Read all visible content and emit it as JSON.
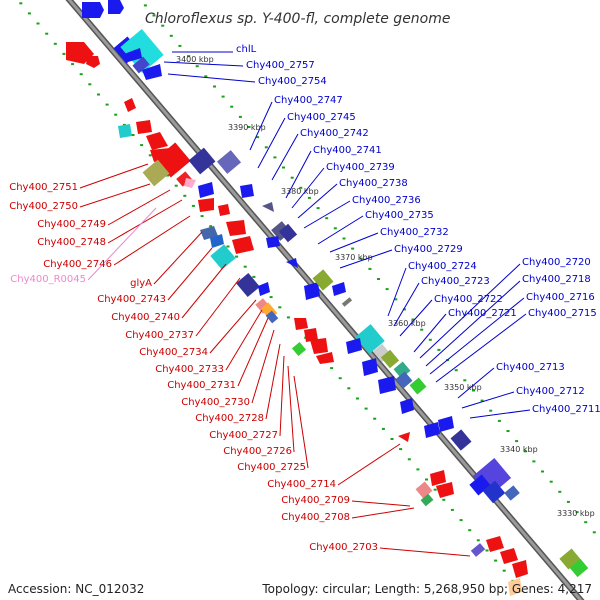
{
  "title": "Chloroflexus sp. Y-400-fl, complete genome",
  "footer": {
    "accession": "Accession: NC_012032",
    "topology": "Topology: circular; Length: 5,268,950 bp; Genes: 4,217"
  },
  "colors": {
    "backbone": "#888888",
    "tick": "#1aa11a",
    "forward": "#0000e0",
    "reverse": "#e00000",
    "label_blue": "#0000cc",
    "label_red": "#cc0000",
    "label_pink": "#ee88cc"
  },
  "kbp_labels": [
    "3400 kbp",
    "3390 kbp",
    "3380 kbp",
    "3370 kbp",
    "3360 kbp",
    "3350 kbp",
    "3340 kbp",
    "3330 kbp"
  ],
  "right_labels": [
    "chlL",
    "Chy400_2757",
    "Chy400_2754",
    "Chy400_2747",
    "Chy400_2745",
    "Chy400_2742",
    "Chy400_2741",
    "Chy400_2739",
    "Chy400_2738",
    "Chy400_2736",
    "Chy400_2735",
    "Chy400_2732",
    "Chy400_2729",
    "Chy400_2724",
    "Chy400_2723",
    "Chy400_2722",
    "Chy400_2721",
    "Chy400_2720",
    "Chy400_2718",
    "Chy400_2716",
    "Chy400_2715",
    "Chy400_2713",
    "Chy400_2712",
    "Chy400_2711"
  ],
  "left_labels": [
    "Chy400_2751",
    "Chy400_2750",
    "Chy400_2749",
    "Chy400_2748",
    "Chy400_2746",
    "Chy400_R0045",
    "glyA",
    "Chy400_2743",
    "Chy400_2740",
    "Chy400_2737",
    "Chy400_2734",
    "Chy400_2733",
    "Chy400_2731",
    "Chy400_2730",
    "Chy400_2728",
    "Chy400_2727",
    "Chy400_2726",
    "Chy400_2725",
    "Chy400_2714",
    "Chy400_2709",
    "Chy400_2708",
    "Chy400_2703"
  ]
}
